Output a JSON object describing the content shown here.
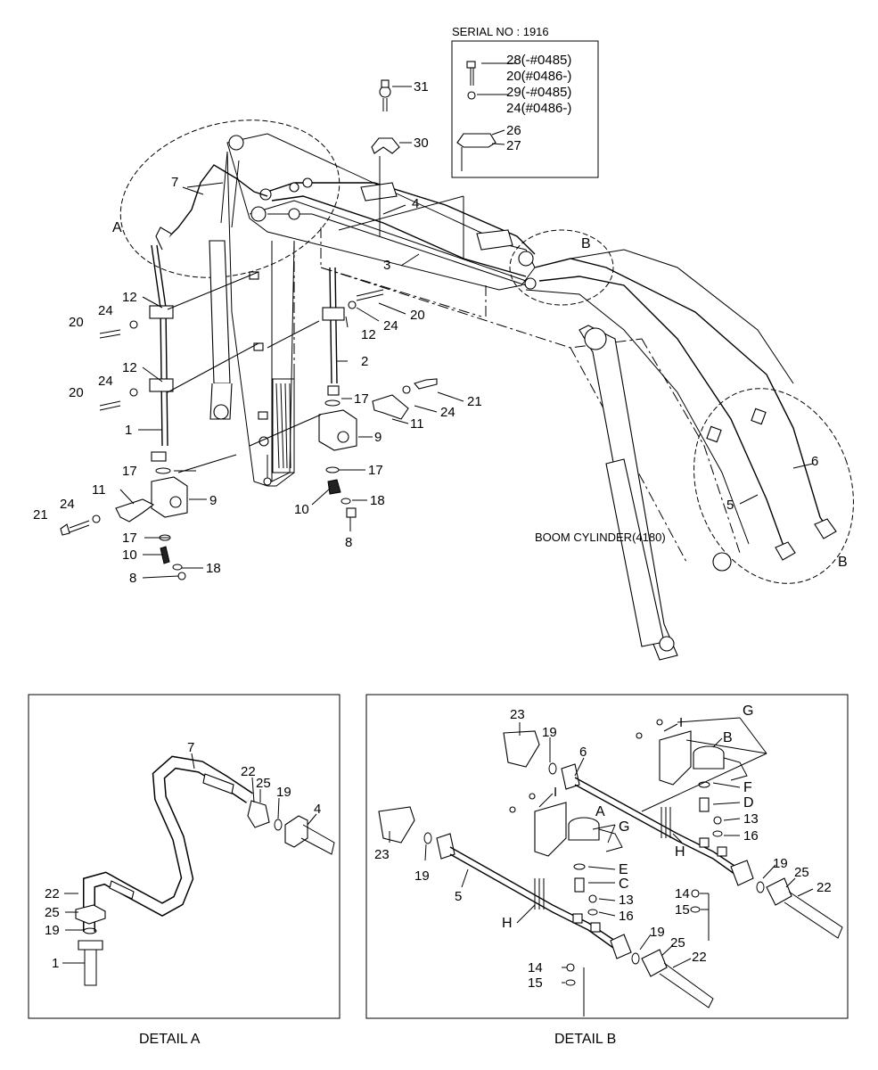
{
  "serial_box": {
    "title": "SERIAL NO : 1916",
    "labels": [
      "28(-#0485)",
      "20(#0486-)",
      "29(-#0485)",
      "24(#0486-)",
      "26",
      "27"
    ]
  },
  "main": {
    "callouts": {
      "n31": "31",
      "n30": "30",
      "n7": "7",
      "n4": "4",
      "n3": "3",
      "A": "A",
      "B": "B",
      "n12a": "12",
      "n24a": "24",
      "n20a": "20",
      "n12b": "12",
      "n24b": "24",
      "n20b": "20",
      "n1": "1",
      "n17a": "17",
      "n9a": "9",
      "n11a": "11",
      "n24c": "24",
      "n21a": "21",
      "n17b": "17",
      "n10a": "10",
      "n18a": "18",
      "n8a": "8",
      "n20c": "20",
      "n24d": "24",
      "n12c": "12",
      "n2": "2",
      "n17c": "17",
      "n9b": "9",
      "n11b": "11",
      "n24e": "24",
      "n21b": "21",
      "n17d": "17",
      "n10b": "10",
      "n18b": "18",
      "n8b": "8",
      "n6": "6",
      "n5": "5",
      "B2": "B"
    },
    "boom_cylinder": "BOOM CYLINDER(4180)"
  },
  "detail_a": {
    "caption": "DETAIL A",
    "callouts": {
      "n7": "7",
      "n22a": "22",
      "n25a": "25",
      "n19a": "19",
      "n4": "4",
      "n22b": "22",
      "n25b": "25",
      "n19b": "19",
      "n1": "1"
    }
  },
  "detail_b": {
    "caption": "DETAIL B",
    "callouts": {
      "n23a": "23",
      "n19a": "19",
      "n6": "6",
      "I1": "I",
      "G1": "G",
      "B": "B",
      "F": "F",
      "D": "D",
      "n13a": "13",
      "n16a": "16",
      "H1": "H",
      "n19b": "19",
      "n25a": "25",
      "n22a": "22",
      "n14a": "14",
      "n15a": "15",
      "I2": "I",
      "A": "A",
      "G2": "G",
      "n23b": "23",
      "n19c": "19",
      "n5": "5",
      "E": "E",
      "C": "C",
      "n13b": "13",
      "n16b": "16",
      "H2": "H",
      "n19d": "19",
      "n25b": "25",
      "n22b": "22",
      "n14b": "14",
      "n15b": "15"
    }
  }
}
